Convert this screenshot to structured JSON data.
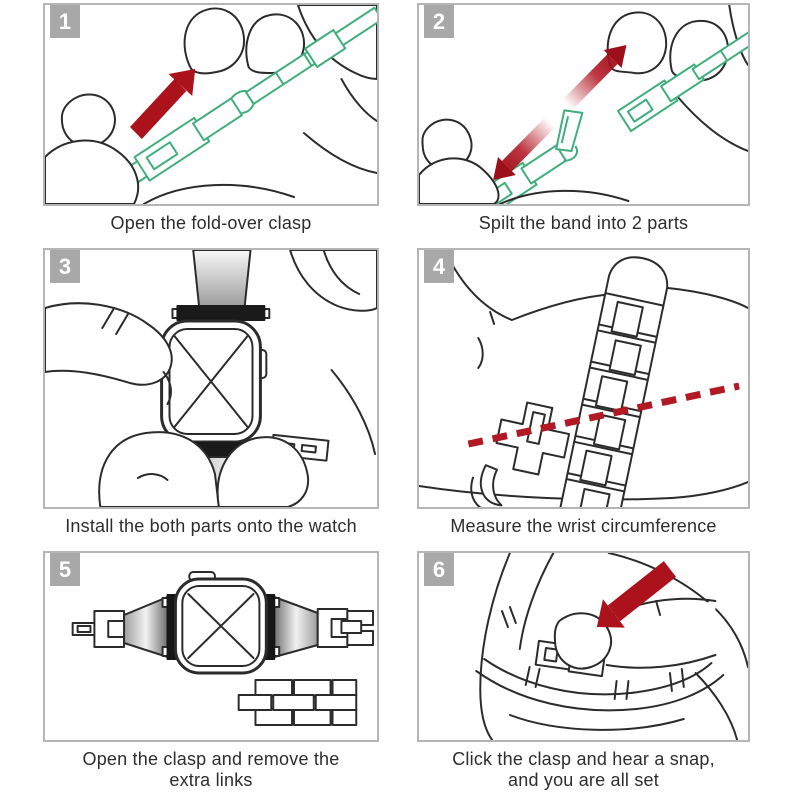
{
  "palette": {
    "accent_red": "#ab121c",
    "band_green": "#3fae7c",
    "line_black": "#2b2b2b",
    "badge_gray": "#a8a8a8",
    "frame_border": "#b5b5b5",
    "caption_text": "#2d2d2d",
    "background": "#ffffff"
  },
  "steps": [
    {
      "number": "1",
      "caption": "Open the fold-over clasp",
      "illustration": "hands-opening-green-fold-over-clasp",
      "icons": [
        "direction-arrow"
      ]
    },
    {
      "number": "2",
      "caption": "Spilt the band into 2 parts",
      "illustration": "green-band-split-into-two-parts",
      "icons": [
        "split-apart-arrows"
      ]
    },
    {
      "number": "3",
      "caption": "Install the both parts onto the watch",
      "illustration": "hands-attaching-band-parts-to-watch",
      "icons": [
        "watch-face-x"
      ]
    },
    {
      "number": "4",
      "caption": "Measure the wrist circumference",
      "illustration": "band-draped-over-wrist",
      "icons": [
        "dashed-measure-line"
      ]
    },
    {
      "number": "5",
      "caption": "Open the clasp and remove the\nextra links",
      "illustration": "watch-band-with-removed-links",
      "icons": [
        "watch-face-x",
        "extra-links"
      ]
    },
    {
      "number": "6",
      "caption": "Click the clasp and hear a snap,\nand you are all set",
      "illustration": "finger-pressing-clasp-on-wrist",
      "icons": [
        "direction-arrow"
      ]
    }
  ]
}
